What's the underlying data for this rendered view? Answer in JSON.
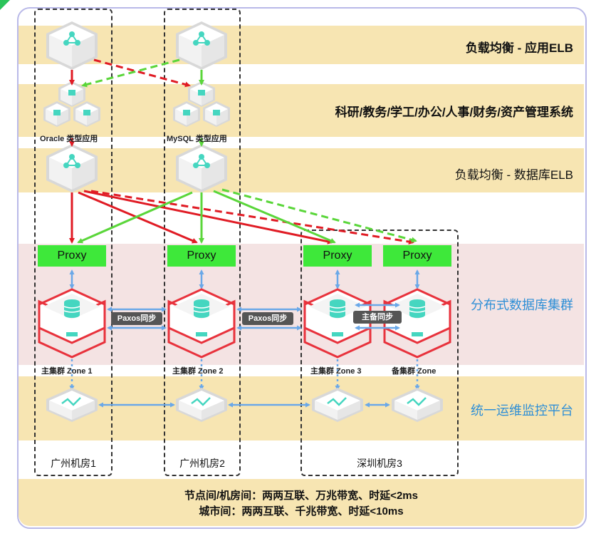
{
  "layers": {
    "app_elb": "负载均衡 - 应用ELB",
    "systems": "科研/教务/学工/办公/人事/财务/资产管理系统",
    "db_elb": "负载均衡 - 数据库ELB",
    "db_cluster": "分布式数据库集群",
    "monitor": "统一运维监控平台"
  },
  "apps": {
    "oracle": "Oracle 类型应用",
    "mysql": "MySQL 类型应用"
  },
  "proxies": [
    "Proxy",
    "Proxy",
    "Proxy",
    "Proxy"
  ],
  "sync": {
    "paxos_1": "Paxos同步",
    "paxos_2": "Paxos同步",
    "master_standby": "主备同步"
  },
  "zones": [
    "主集群 Zone 1",
    "主集群 Zone 2",
    "主集群 Zone 3",
    "备集群 Zone"
  ],
  "datacenters": [
    "广州机房1",
    "广州机房2",
    "深圳机房3"
  ],
  "footer": {
    "line1": "节点间/机房间：两两互联、万兆带宽、时延<2ms",
    "line2": "城市间：两两互联、千兆带宽、时延<10ms"
  },
  "colors": {
    "band_yellow": "#f7e5b2",
    "band_pink": "#f4e3e3",
    "proxy_green": "#3ee83a",
    "arrow_red": "#e01b24",
    "arrow_green": "#5ad63a",
    "link_blue": "#6aa8e8",
    "node_cyan": "#45d6c0",
    "db_red": "#e8323c"
  }
}
